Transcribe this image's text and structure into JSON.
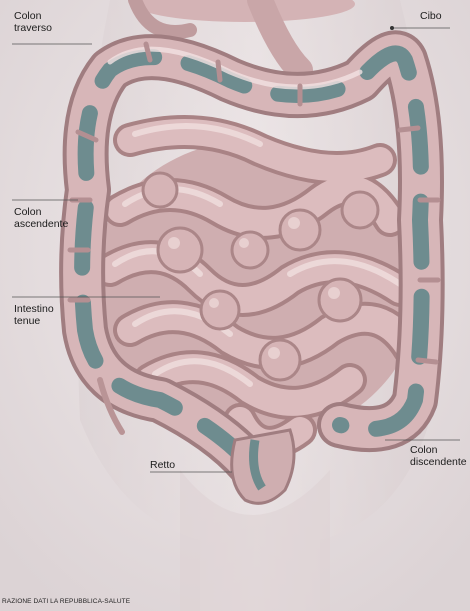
{
  "labels": {
    "colon_traverso": "Colon\ntraverso",
    "cibo": "Cibo",
    "colon_ascendente": "Colon\nascendente",
    "intestino_tenue": "Intestino\ntenue",
    "retto": "Retto",
    "colon_discendente": "Colon\ndiscendente"
  },
  "credit": "RAZIONE DATI LA REPUBBLICA-SALUTE",
  "colors": {
    "background": "#e9e4e6",
    "intestine": "#d8b7b9",
    "intestine_shadow": "#a98385",
    "highlight": "#f3e2e2",
    "colon_stain": "#5c8587",
    "leader_line": "#555555"
  }
}
